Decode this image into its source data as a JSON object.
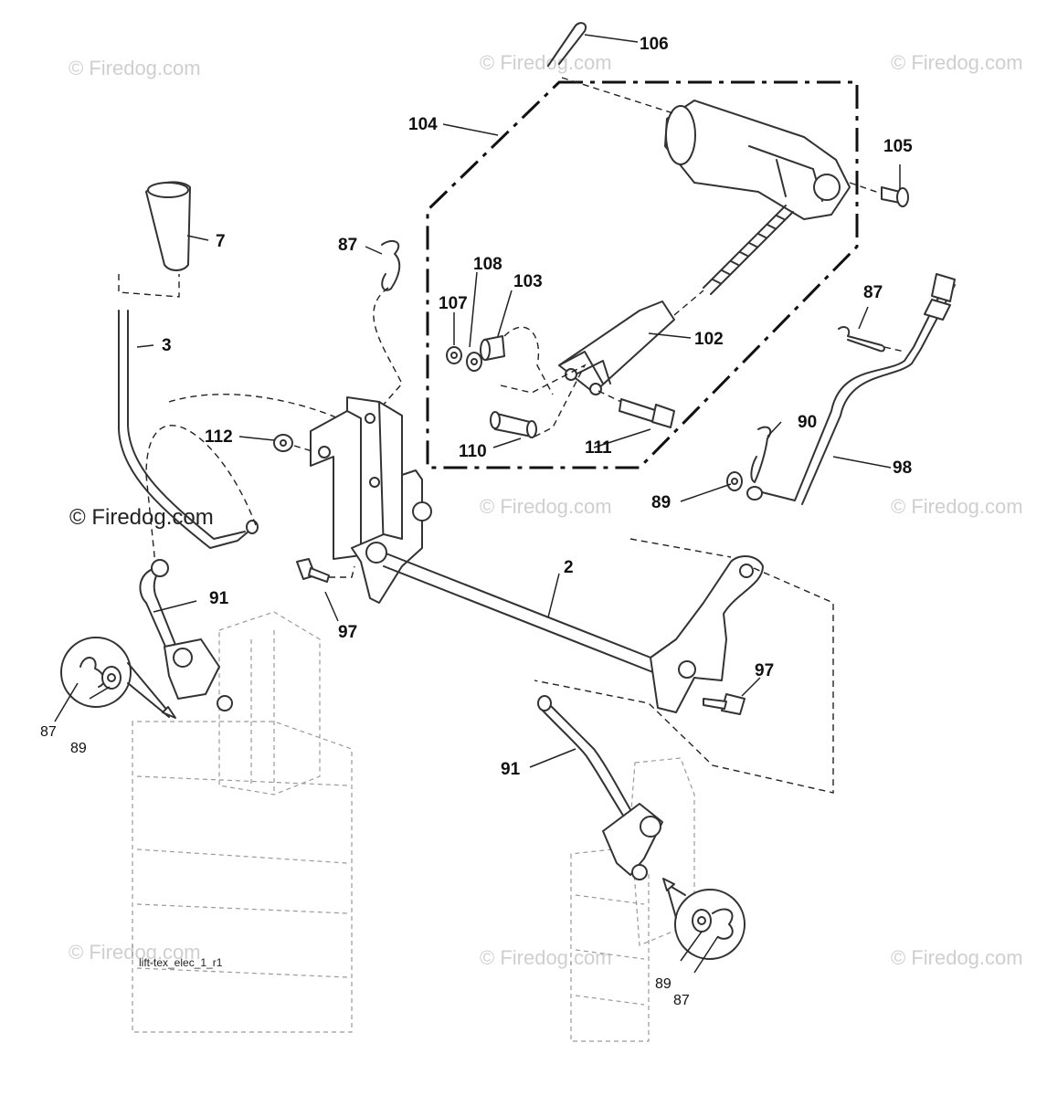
{
  "watermarks": [
    "© Firedog.com",
    "© Firedog.com",
    "© Firedog.com",
    "© Firedog.com",
    "© Firedog.com",
    "© Firedog.com",
    "© Firedog.com",
    "© Firedog.com",
    "© Firedog.com"
  ],
  "watermark_main": "© Firedog.com",
  "drawing_code": "lift-tex_elec_1_r1",
  "callouts": {
    "c106": "106",
    "c104": "104",
    "c105": "105",
    "c7": "7",
    "c87a": "87",
    "c108": "108",
    "c103": "103",
    "c107": "107",
    "c102": "102",
    "c3": "3",
    "c87b": "87",
    "c112": "112",
    "c111": "111",
    "c110": "110",
    "c90": "90",
    "c98": "98",
    "c89a": "89",
    "c2": "2",
    "c91a": "91",
    "c97a": "97",
    "c97b": "97",
    "c91b": "91",
    "c87c": "87",
    "c89b": "89",
    "c89c": "89",
    "c87d": "87"
  }
}
